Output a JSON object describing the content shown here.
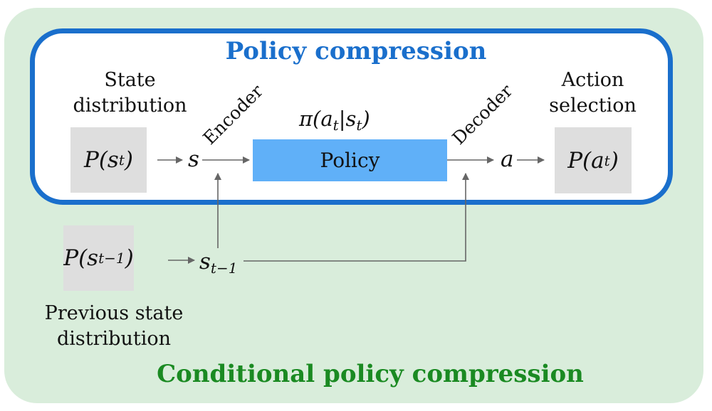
{
  "diagram": {
    "inner_title": "Policy compression",
    "outer_title": "Conditional policy compression",
    "state_label": [
      "State",
      "distribution"
    ],
    "action_label": [
      "Action",
      "selection"
    ],
    "prev_label": [
      "Previous state",
      "distribution"
    ],
    "state_box": {
      "base": "P(s",
      "sub": "t",
      "close": ")"
    },
    "action_box": {
      "base": "P(a",
      "sub": "t",
      "close": ")"
    },
    "prev_box": {
      "base": "P(s",
      "sub": "t−1",
      "close": ")"
    },
    "s_var": "s",
    "a_var": "a",
    "prev_var": {
      "base": "s",
      "sub": "t−1"
    },
    "encoder": "Encoder",
    "decoder": "Decoder",
    "policy": "Policy",
    "policy_formula": {
      "pre": "π(a",
      "sub1": "t",
      "mid": "|s",
      "sub2": "t",
      "close": ")"
    },
    "colors": {
      "outer_bg": "#d9eddb",
      "inner_border": "#1a6fcc",
      "policy_fill": "#60b0f8",
      "box_fill": "#dedede",
      "green_title": "#1a8a22",
      "arrow": "#666666"
    }
  }
}
